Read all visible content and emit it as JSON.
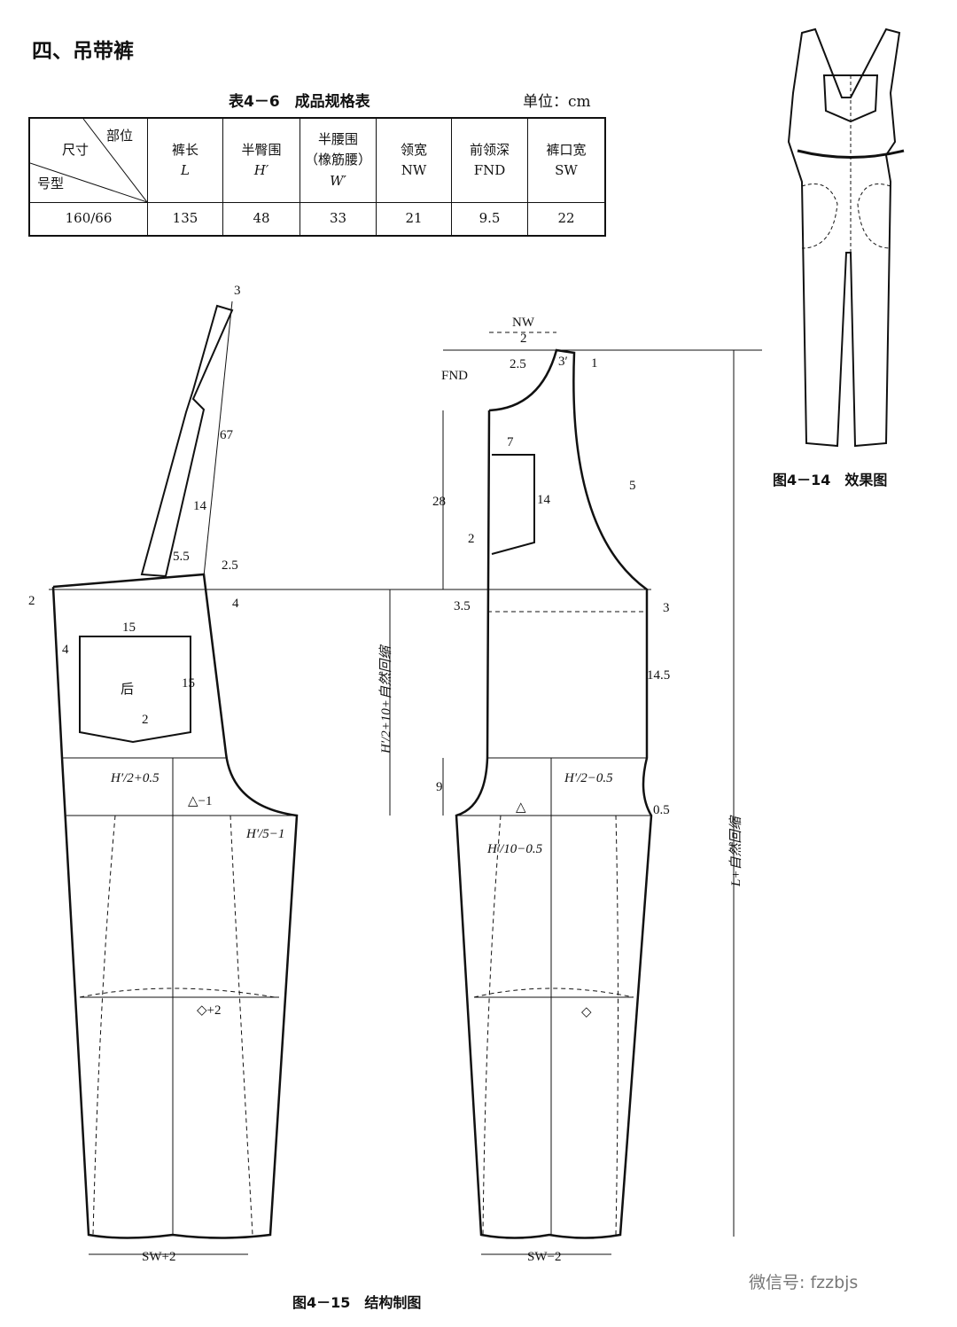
{
  "section_title": "四、吊带裤",
  "table": {
    "caption": "表4－6　成品规格表",
    "unit": "单位：cm",
    "corner": {
      "top": "部位",
      "middle": "尺寸",
      "bottom": "号型"
    },
    "columns": [
      {
        "name": "裤长",
        "sub1": "L",
        "sub2": ""
      },
      {
        "name": "半臀围",
        "sub1": "H′",
        "sub2": ""
      },
      {
        "name": "半腰围",
        "sub1": "（橡筋腰）",
        "sub2": "W′"
      },
      {
        "name": "领宽",
        "sub1": "NW",
        "sub2": ""
      },
      {
        "name": "前领深",
        "sub1": "FND",
        "sub2": ""
      },
      {
        "name": "裤口宽",
        "sub1": "SW",
        "sub2": ""
      }
    ],
    "rows": [
      {
        "size": "160/66",
        "values": [
          "135",
          "48",
          "33",
          "21",
          "9.5",
          "22"
        ]
      }
    ]
  },
  "figure_14_caption": "图4－14　效果图",
  "figure_15_caption": "图4－15　结构制图",
  "watermark": "微信号: fzzbjs",
  "back_labels": {
    "strap_tip": "3",
    "strap_len": "67",
    "s14": "14",
    "s55": "5.5",
    "s25": "2.5",
    "waist_left": "2",
    "waist_right": "4",
    "pocket_w": "15",
    "pocket_left": "4",
    "pocket_h": "15",
    "back": "后",
    "pocket_point": "2",
    "hip": "H′/2+0.5",
    "crotch": "△−1",
    "crotch_ext": "H′/5−1",
    "knee": "◇+2",
    "hem": "SW+2"
  },
  "front_labels": {
    "nw_top": "NW",
    "nw_bottom": "2",
    "fnd": "FND",
    "n25": "2.5",
    "n3": "3′",
    "n1": "1",
    "d7": "7",
    "d14": "14",
    "d28": "28",
    "d2": "2",
    "d5": "5",
    "d35": "3.5",
    "d3": "3",
    "d145": "14.5",
    "vertical": "H′/2+10+自然回缩",
    "d9": "9",
    "hip": "H′/2−0.5",
    "crotch": "△",
    "d05": "0.5",
    "crotch_ext": "H′/10−0.5",
    "knee": "◇",
    "hem": "SW−2",
    "length": "L+自然回缩"
  }
}
